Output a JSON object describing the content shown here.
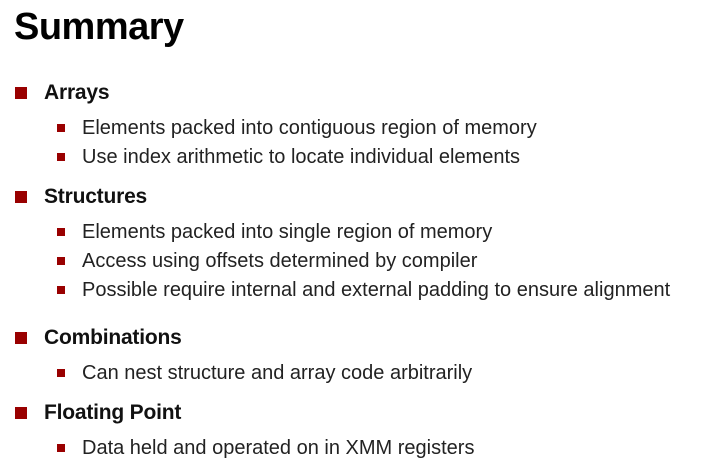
{
  "slide": {
    "title": "Summary",
    "bullet_color": "#990000",
    "sections": [
      {
        "heading": "Arrays",
        "items": [
          "Elements packed into contiguous region of memory",
          "Use index arithmetic to locate individual elements"
        ]
      },
      {
        "heading": "Structures",
        "items": [
          "Elements packed into single region of memory",
          "Access using offsets determined by compiler",
          "Possible require internal and external padding to ensure alignment"
        ]
      },
      {
        "heading": "Combinations",
        "items": [
          "Can nest structure and array code arbitrarily"
        ]
      },
      {
        "heading": "Floating Point",
        "items": [
          "Data held and operated on in XMM registers"
        ]
      }
    ]
  }
}
